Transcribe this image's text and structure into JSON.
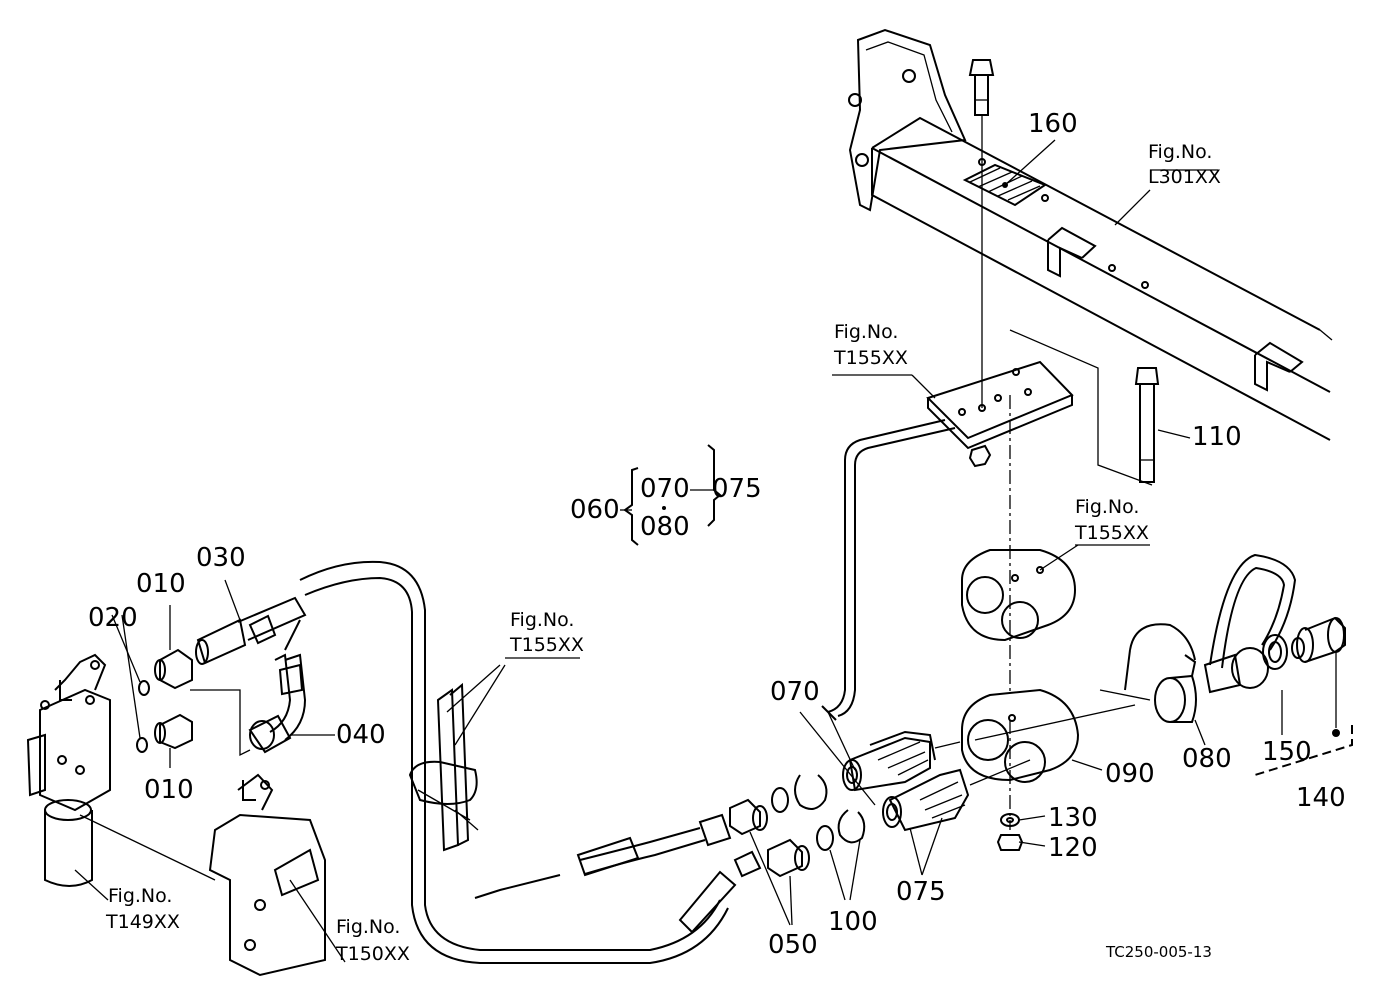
{
  "diagram": {
    "part_labels": {
      "p010a": "010",
      "p010b": "010",
      "p020": "020",
      "p030": "030",
      "p040": "040",
      "p050": "050",
      "p060": "060",
      "p070a": "070",
      "p070b": "070",
      "p075a": "075",
      "p075b": "075",
      "p080a": "080",
      "p080b": "080",
      "p090": "090",
      "p100": "100",
      "p110": "110",
      "p120": "120",
      "p130": "130",
      "p140": "140",
      "p150": "150",
      "p160": "160"
    },
    "figure_refs": {
      "fig_word": "Fig.No.",
      "l301": "L301XX",
      "t155_plate": "T155XX",
      "t155_clamp": "T155XX",
      "t155_holder": "T155XX",
      "t149": "T149XX",
      "t150": "T150XX"
    },
    "drawing_code": "TC250-005-13"
  }
}
